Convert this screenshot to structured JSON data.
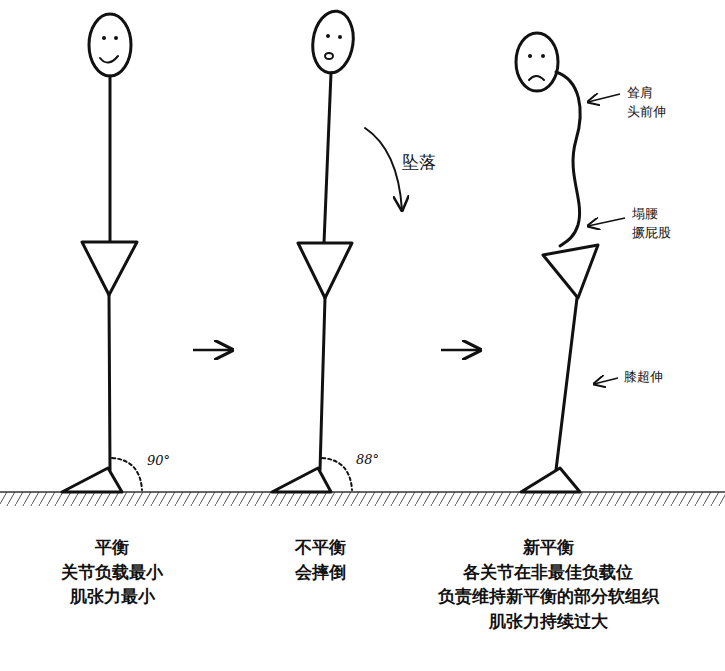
{
  "diagram": {
    "labels": [
      "90°",
      "88°",
      "坠落",
      "耸肩 头前伸",
      "塌腰 撅屁股",
      "膝超伸",
      "平衡 关节负载最小 肌张力最小",
      "不平衡 会摔倒",
      "新平衡 各关节在非最佳负载位 负责维持新平衡的部分软组织 肌张力持续过大"
    ]
  }
}
